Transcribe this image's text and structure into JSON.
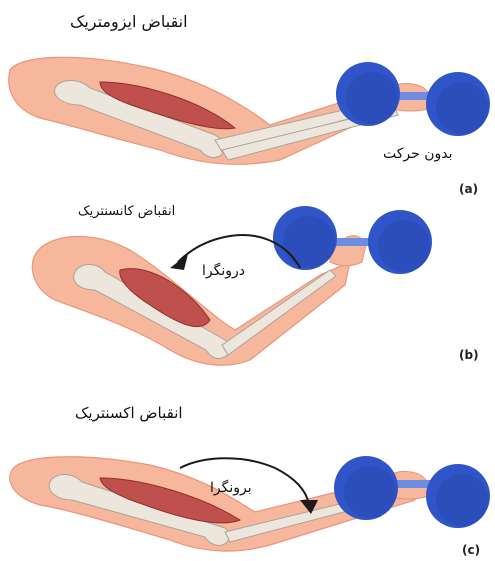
{
  "colors": {
    "skin": "#f7b79c",
    "skin_edge": "#e8957a",
    "bone": "#ece6dc",
    "bone_edge": "#a9a39a",
    "muscle": "#c0504d",
    "muscle_dark": "#8f2f2c",
    "dumbbell": "#2f55c8",
    "dumbbell_dark": "#1f3a94",
    "arrow": "#1a1a1a"
  },
  "panels": [
    {
      "id": "a",
      "title": "انقباض ایزومتریک",
      "note": "بدون حرکت",
      "label": "(a)"
    },
    {
      "id": "b",
      "title": "انقباض کانسنتریک",
      "note": "درونگرا",
      "label": "(b)"
    },
    {
      "id": "c",
      "title": "انقباض اکسنتریک",
      "note": "برونگرا",
      "label": "(c)"
    }
  ]
}
